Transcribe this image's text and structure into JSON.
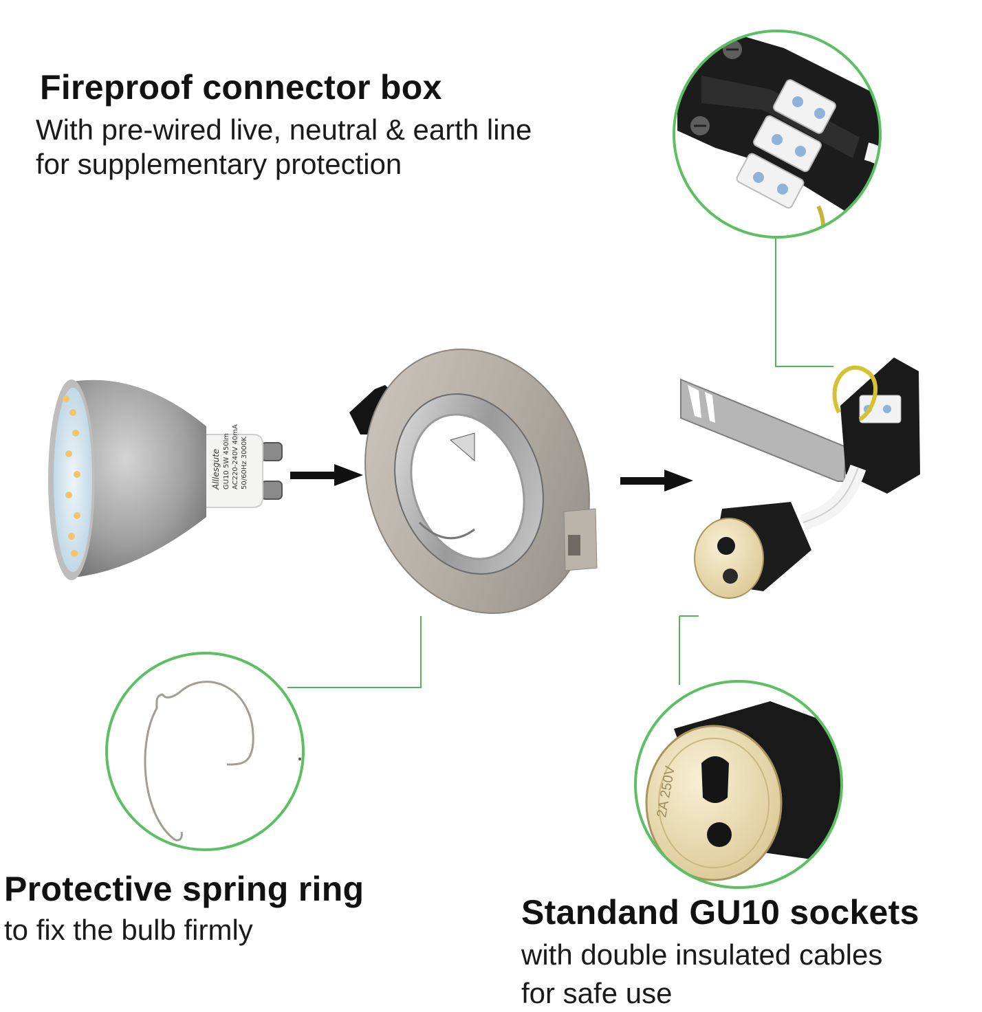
{
  "connector_box": {
    "title": "Fireproof connector box",
    "lines": [
      "With pre-wired live, neutral & earth line",
      "for supplementary protection"
    ]
  },
  "spring_ring": {
    "title": "Protective spring ring",
    "lines": [
      "to fix the bulb firmly"
    ]
  },
  "sockets": {
    "title": "Standand GU10 sockets",
    "lines": [
      "with double insulated cables",
      "for safe use"
    ]
  },
  "bulb_label": {
    "brand": "Alllesgute",
    "lines": [
      "GU10 5W 450lm",
      "AC220-240V 40mA",
      "50/60Hz 3000K"
    ]
  },
  "socket_marking": "2A 250V",
  "colors": {
    "callout_green": "#52b35a",
    "circle_green": "#5cc062",
    "arrow": "#111111",
    "satin_nickel": "#b8b2aa",
    "bulb_silver": "#9c9c9c",
    "ceramic": "#efe0b8"
  }
}
